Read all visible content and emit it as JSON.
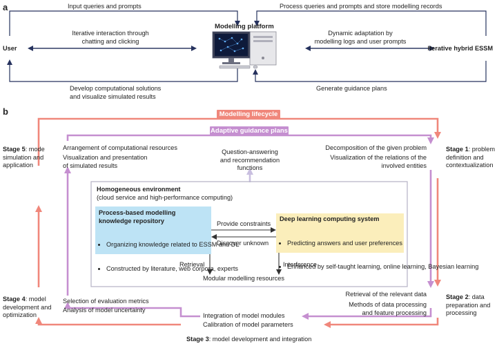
{
  "panel_a": {
    "label": "a",
    "user": "User",
    "platform": "Modelling platform",
    "essm": "Iterative hybrid ESSM",
    "input_queries": "Input queries and prompts",
    "iterative_interaction": "Iterative interaction through\nchatting and clicking",
    "develop_solutions": "Develop computational solutions\nand visualize simulated results",
    "process_queries": "Process queries and prompts and store modelling records",
    "dynamic_adaptation": "Dynamic adaptation by\nmodelling logs and user prompts",
    "guidance_plans": "Generate guidance plans"
  },
  "panel_b": {
    "label": "b",
    "lifecycle": "Modelling lifecycle",
    "adaptive": "Adaptive guidance plans",
    "stage5_bold": "Stage 5",
    "stage5_text": ": mode\nsimulation and\napplication",
    "stage1_bold": "Stage 1",
    "stage1_text": ": problem\ndefinition and\ncontextualization",
    "stage2_bold": "Stage 2",
    "stage2_text": ": data\npreparation and\nprocessing",
    "stage3_bold": "Stage 3",
    "stage3_text": ": model development and integration",
    "stage4_bold": "Stage 4",
    "stage4_text": ": model\ndevelopment and\noptimization",
    "arrangement": "Arrangement of computational resources",
    "visualization_presentation": "Visualization and presentation\nof simulated results",
    "qa": "Question-answering\nand recommendation\nfunctions",
    "decomposition": "Decomposition of the given problem",
    "visualization_relations": "Visualization of the relations of the\ninvolved entities",
    "homogeneous_title": "Homogeneous environment",
    "homogeneous_sub": "(cloud service and high-performance computing)",
    "pb_title": "Process-based modelling\nknowledge repository",
    "pb_items": [
      "Organizing knowledge related to ESSM and DL",
      "Constructed by literature, web corpora, experts"
    ],
    "dl_title": "Deep learning computing system",
    "dl_items": [
      "Predicting answers and user preferences",
      "Enhanced by self-taught learning, online learning, Bayesian learning"
    ],
    "provide_constraints": "Provide constraints",
    "discover_unknown": "Discover unknown",
    "retrieval": "Retrieval",
    "interference": "Interference",
    "modular": "Modular modelling resources",
    "selection_metrics": "Selection of evaluation metrics",
    "analysis_uncertainty": "Analysis of model uncertainty",
    "integration_modules": "Integration of model modules",
    "calibration": "Calibration of model parameters",
    "retrieval_relevant": "Retrieval of the relevant data",
    "methods_processing": "Methods of data processing\nand feature processing"
  },
  "colors": {
    "salmon": "#f0877b",
    "purple": "#c58fd0",
    "lavender": "#c9bfe0",
    "blue_box": "#bde3f5",
    "yellow_box": "#fbeebb",
    "navy": "#26325e"
  }
}
